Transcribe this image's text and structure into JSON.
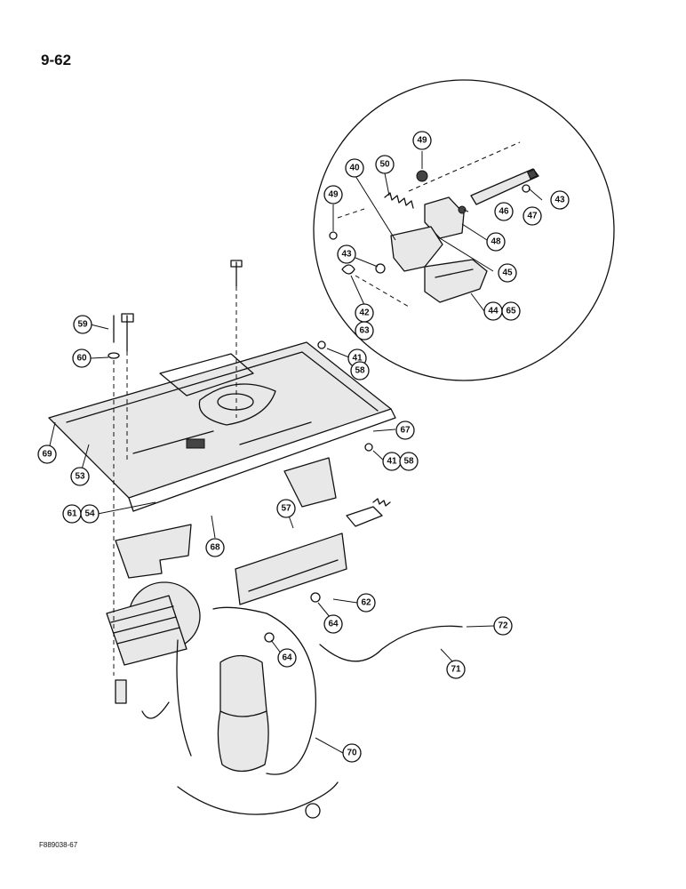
{
  "page": {
    "number": "9-62",
    "figure_code": "F889038-67"
  },
  "callouts": {
    "c40": "40",
    "c41a": "41",
    "c41b": "41",
    "c42": "42",
    "c43a": "43",
    "c43b": "43",
    "c44": "44",
    "c45": "45",
    "c46": "46",
    "c47": "47",
    "c48": "48",
    "c49a": "49",
    "c49b": "49",
    "c50": "50",
    "c53": "53",
    "c54": "54",
    "c57": "57",
    "c58a": "58",
    "c58b": "58",
    "c59": "59",
    "c60": "60",
    "c61": "61",
    "c62": "62",
    "c63": "63",
    "c64a": "64",
    "c64b": "64",
    "c65": "65",
    "c67": "67",
    "c68": "68",
    "c69": "69",
    "c70": "70",
    "c71": "71",
    "c72": "72"
  }
}
